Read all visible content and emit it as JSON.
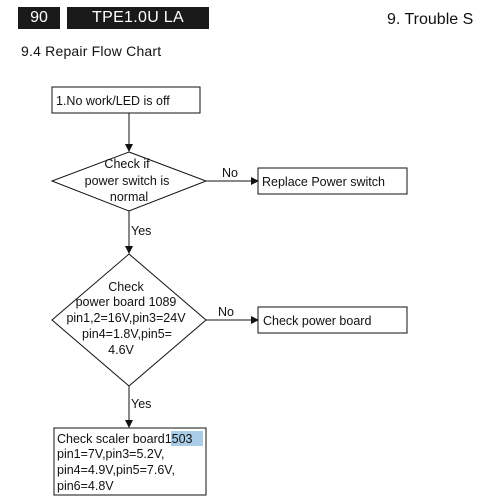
{
  "header": {
    "page_number": "90",
    "model": "TPE1.0U LA",
    "section": "9. Trouble S"
  },
  "subtitle": "9.4 Repair Flow Chart",
  "flowchart": {
    "start": "1.No work/LED is off",
    "decision1": [
      "Check if",
      "power switch is",
      "normal"
    ],
    "decision1_no": "No",
    "decision1_yes": "Yes",
    "action1": "Replace Power switch",
    "decision2": [
      "Check",
      "power board 1089",
      "pin1,2=16V,pin3=24V",
      "pin4=1.8V,pin5=",
      "4.6V"
    ],
    "decision2_no": "No",
    "decision2_yes": "Yes",
    "action2": "Check power board",
    "scaler_check": {
      "line1_text": "Check scaler board",
      "line1_highlight": "1503",
      "lines": [
        "pin1=7V,pin3=5.2V,",
        "pin4=4.9V,pin5=7.6V,",
        "pin6=4.8V"
      ]
    }
  }
}
